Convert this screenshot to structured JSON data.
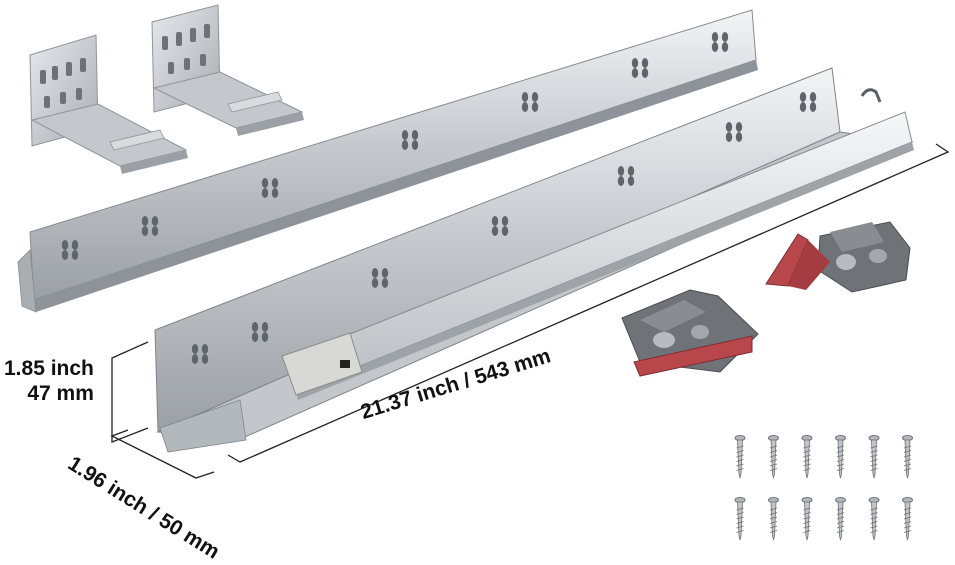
{
  "dimensions": {
    "height_inch": "1.85 inch",
    "height_mm": "47 mm",
    "length": "21.37 inch / 543 mm",
    "depth": "1.96 inch / 50 mm"
  },
  "screws": {
    "rows": 2,
    "per_row": 6
  },
  "colors": {
    "steel": "#c9ccd0",
    "steel_dark": "#8d9297",
    "steel_light": "#eef0f2",
    "plastic_grey": "#6f7276",
    "lever_red": "#b8474c",
    "dimension_line": "#222222"
  }
}
